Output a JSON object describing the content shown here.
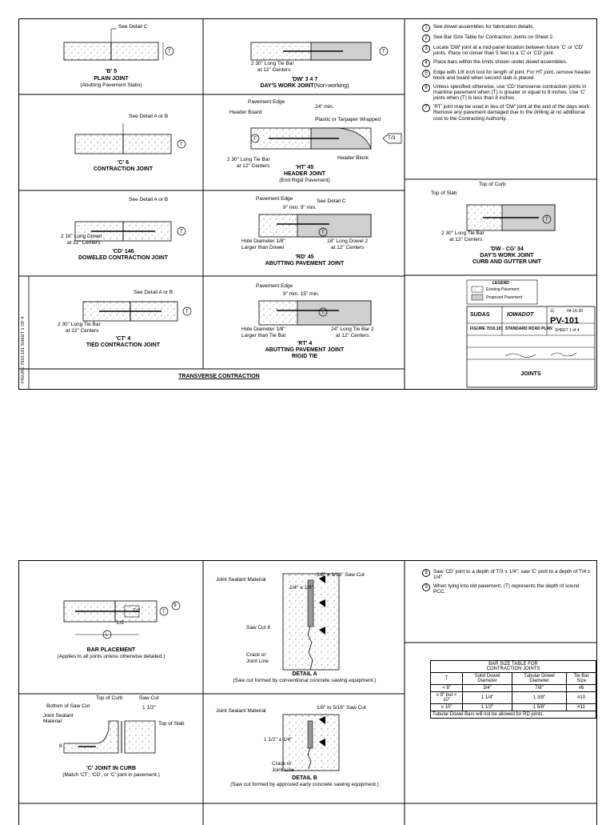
{
  "sheet1": {
    "side_label": "FIGURE 7010.101   SHEET 1 OF 4",
    "bottom_title": "TRANSVERSE CONTRACTION",
    "plain": {
      "callout": "See Detail C",
      "code": "'B'",
      "circ": "5",
      "title": "PLAIN JOINT",
      "subtitle": "(Abutting Pavement Slabs)"
    },
    "dw": {
      "bar": "30\" Long Tie Bar",
      "spacing": "at 12\" Centers",
      "num": "2",
      "code": "'DW'",
      "circs": [
        "3",
        "4",
        "7"
      ],
      "title": "DAY'S WORK JOINT",
      "note": "(Non-working)"
    },
    "contraction": {
      "callout": "See Detail A or B",
      "code": "'C'",
      "circ": "6",
      "title": "CONTRACTION JOINT"
    },
    "header_joint": {
      "edge": "Pavement Edge",
      "dim": "24\" min.",
      "board": "Header Board",
      "wrap": "Plastic or Tarpaper Wrapped",
      "t3": "T/3",
      "bar": "30\" Long Tie Bar",
      "spacing": "at 12\" Centers",
      "block": "Header Block",
      "num": "2",
      "code": "'HT'",
      "circs": [
        "4",
        "5"
      ],
      "title": "HEADER JOINT",
      "subtitle": "(End Rigid Pavement)"
    },
    "doweled": {
      "callout": "See Detail A or B",
      "dowel": "18\" Long Dowel",
      "spacing": "at 12\" Centers",
      "num": "2",
      "code": "'CD'",
      "circs": [
        "1",
        "4",
        "6"
      ],
      "title": "DOWELED CONTRACTION JOINT"
    },
    "abutting_rd": {
      "edge": "Pavement Edge",
      "callout": "See Detail C",
      "dim": "9\" min. 9\" min.",
      "hole": "Hole Diameter",
      "frac": "1/8\"",
      "larger": "Larger than Dowel",
      "dowel": "18\" Long Dowel",
      "spacing": "at 12\" Centers",
      "num": "2",
      "code": "'RD'",
      "circs": [
        "4",
        "5"
      ],
      "title": "ABUTTING PAVEMENT JOINT"
    },
    "tied": {
      "callout": "See Detail A or B",
      "bar": "30\" Long Tie Bar",
      "spacing": "at 12\" Centers",
      "num": "2",
      "code": "'CT'",
      "circ": "4",
      "title": "TIED CONTRACTION JOINT"
    },
    "abutting_rt": {
      "edge": "Pavement Edge",
      "dim": "9\" min. 15\" min.",
      "hole": "Hole Diameter",
      "frac": "1/8\"",
      "larger": "Larger than Tie Bar",
      "bar": "24\" Long Tie Bar",
      "spacing": "at 12\" Centers.",
      "num": "2",
      "code": "'RT'",
      "circ": "4",
      "title": "ABUTTING PAVEMENT JOINT",
      "subtitle": "RIGID TIE"
    },
    "notes": [
      {
        "n": "1",
        "text": "See dowel assemblies for fabrication details."
      },
      {
        "n": "2",
        "text": "See Bar Size Table for Contraction Joints on Sheet 2."
      },
      {
        "n": "3",
        "text": "Locate 'DW' joint at a mid-panel location between future 'C' or 'CD' joints. Place no closer than 5 feet to a 'C' or 'CD' joint."
      },
      {
        "n": "4",
        "text": "Place bars within the limits shown under dowel assemblies."
      },
      {
        "n": "5",
        "text": "Edge with 1/8 inch tool for length of joint. For HT joint, remove header block and board when second slab is placed."
      },
      {
        "n": "6",
        "text": "Unless specified otherwise, use 'CD' transverse contraction joints in mainline pavement when (T) is greater or equal to 8 inches. Use 'C' joints when (T) is less than 8 inches."
      },
      {
        "n": "7",
        "text": "'RT' joint may be used in lieu of 'DW' joint at the end of the days work. Remove any pavement damaged due to the drilling at no additional cost to the Contracting Authority."
      }
    ],
    "curb": {
      "top_curb": "Top of Curb",
      "top_slab": "Top of Slab",
      "bar": "30\" Long Tie Bar",
      "spacing": "at 12\" Centers",
      "num": "2",
      "code": "'DW - CG'",
      "circs": [
        "3",
        "4"
      ],
      "title": "DAY'S WORK JOINT",
      "subtitle": "CURB AND GUTTER UNIT"
    },
    "legend": {
      "title": "LEGEND",
      "existing": "Existing Pavement",
      "proposed": "Proposed Pavement"
    },
    "titleblock": {
      "sudas": "SUDAS",
      "iowadot": "IOWADOT",
      "figure": "FIGURE 7010.101",
      "standard": "STANDARD ROAD PLAN",
      "number": "PV-101",
      "sheet": "SHEET 1 of 4",
      "revision": "11",
      "date": "04-16-20",
      "name": "JOINTS"
    }
  },
  "sheet2": {
    "bar_placement": {
      "title": "BAR PLACEMENT",
      "subtitle": "(Applies to all joints unless otherwise detailed.)",
      "t2": "T/2",
      "l2": "L/2",
      "l": "L",
      "num": "9"
    },
    "detail_a": {
      "sealant": "Joint Sealant Material",
      "saw": "1/8\" ± 1/16\" Saw Cut",
      "dim": "1/4\" ± 1/8\"",
      "sawcut": "Saw Cut",
      "num": "8",
      "crack": "Crack or",
      "crack2": "Joint Line",
      "title": "DETAIL A",
      "subtitle": "(Saw cut formed by conventional concrete sawing equipment.)"
    },
    "notes": [
      {
        "n": "8",
        "text": "Saw 'CD' joint to a depth of T/3 ± 1/4\"; saw 'C' joint to a depth of T/4 ± 1/4\"."
      },
      {
        "n": "9",
        "text": "When tying into old pavement, (T) represents the depth of sound PCC."
      }
    ],
    "bar_table": {
      "title1": "BAR SIZE TABLE FOR",
      "title2": "CONTRACTION JOINTS",
      "headers": [
        "T",
        "Solid Dowel Diameter",
        "Tubular Dowel Diameter",
        "Tie Bar Size"
      ],
      "rows": [
        [
          "< 8\"",
          "3/4\"",
          "7/8\"",
          "#6"
        ],
        [
          "≥ 8\" but < 10\"",
          "1 1/4\"",
          "1 3/8\"",
          "#10"
        ],
        [
          "≥ 10\"",
          "1 1/2\"",
          "1 5/8\"",
          "#11"
        ]
      ],
      "footnote": "Tubular Dowel Bars will not be allowed for RD joints."
    },
    "curb_joint": {
      "top_curb": "Top of Curb",
      "saw": "Saw Cut",
      "bottom": "Bottom of Saw Cut",
      "sealant": "Joint Sealant",
      "material": "Material",
      "dim": "1 1/2\"",
      "slab": "Top of Slab",
      "num": "8",
      "title": "'C' JOINT IN CURB",
      "subtitle": "(Match 'CT', 'CD', or 'C' joint in pavement.)"
    },
    "detail_b": {
      "sealant": "Joint Sealant Material",
      "saw": "1/8\" to 5/16\" Saw Cut",
      "dim": "1 1/2\" ± 1/4\"",
      "crack": "Crack or",
      "crack2": "Joint Line",
      "title": "DETAIL B",
      "subtitle": "(Saw cut formed by approved early concrete sawing equipment.)"
    }
  }
}
